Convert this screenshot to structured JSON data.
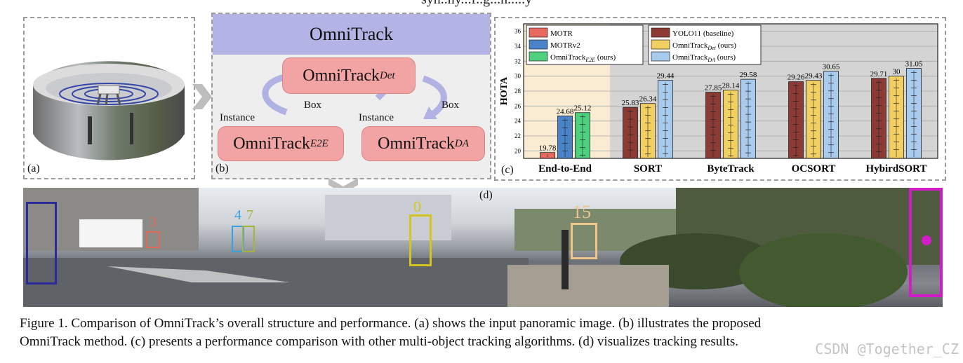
{
  "top_text": "syn..ny...f..g...n.....y",
  "panel_a": {
    "label": "(a)"
  },
  "panel_b": {
    "label": "(b)",
    "title": "OmniTrack",
    "node_det": "OmniTrack",
    "node_det_sub": "Det",
    "node_e2e": "OmniTrack",
    "node_e2e_sub": "E2E",
    "node_da": "OmniTrack",
    "node_da_sub": "DA",
    "instance_left": "Instance",
    "box_left": "Box",
    "instance_right": "Instance",
    "box_right": "Box"
  },
  "panel_c": {
    "label": "(c)"
  },
  "panel_d": {
    "label": "(d)",
    "track_ids": [
      "3",
      "4",
      "7",
      "0",
      "15"
    ]
  },
  "chart_data": {
    "type": "bar",
    "ylabel": "HOTA",
    "ylim": [
      19,
      37
    ],
    "yticks": [
      20,
      22,
      24,
      26,
      28,
      30,
      32,
      34,
      36
    ],
    "grid": true,
    "legend_left": [
      "MOTR",
      "MOTRv2",
      "OmniTrack_E2E (ours)"
    ],
    "legend_right": [
      "YOLO11 (baseline)",
      "OmniTrack_Det (ours)",
      "OmniTrack_DA (ours)"
    ],
    "colors": {
      "MOTR": "#e8695f",
      "MOTRv2": "#4a83c8",
      "OmniTrack_E2E": "#4fd07e",
      "YOLO11": "#8b3a34",
      "OmniTrack_Det": "#f2cf61",
      "OmniTrack_DA": "#a8cbee",
      "e2e_background": "#f9ecd2",
      "plot_background": "#d4d4d4"
    },
    "groups": [
      {
        "category": "End-to-End",
        "bars": [
          {
            "series": "MOTR",
            "value": 19.78,
            "label": "19.78"
          },
          {
            "series": "MOTRv2",
            "value": 24.68,
            "label": "24.68"
          },
          {
            "series": "OmniTrack_E2E",
            "value": 25.12,
            "label": "25.12"
          }
        ]
      },
      {
        "category": "SORT",
        "bars": [
          {
            "series": "YOLO11",
            "value": 25.83,
            "label": "25.83"
          },
          {
            "series": "OmniTrack_Det",
            "value": 26.34,
            "label": "26.34"
          },
          {
            "series": "OmniTrack_DA",
            "value": 29.44,
            "label": "29.44"
          }
        ]
      },
      {
        "category": "ByteTrack",
        "bars": [
          {
            "series": "YOLO11",
            "value": 27.85,
            "label": "27.85"
          },
          {
            "series": "OmniTrack_Det",
            "value": 28.14,
            "label": "28.14"
          },
          {
            "series": "OmniTrack_DA",
            "value": 29.58,
            "label": "29.58"
          }
        ]
      },
      {
        "category": "OCSORT",
        "bars": [
          {
            "series": "YOLO11",
            "value": 29.26,
            "label": "29.26"
          },
          {
            "series": "OmniTrack_Det",
            "value": 29.43,
            "label": "29.43"
          },
          {
            "series": "OmniTrack_DA",
            "value": 30.65,
            "label": "30.65"
          }
        ]
      },
      {
        "category": "HybirdSORT",
        "bars": [
          {
            "series": "YOLO11",
            "value": 29.71,
            "label": "29.71"
          },
          {
            "series": "OmniTrack_Det",
            "value": 30,
            "label": "30"
          },
          {
            "series": "OmniTrack_DA",
            "value": 31.05,
            "label": "31.05"
          }
        ]
      }
    ]
  },
  "caption": {
    "line1": "Figure 1. Comparison of OmniTrack’s overall structure and performance. (a) shows the input panoramic image. (b) illustrates the proposed",
    "line2": "OmniTrack method. (c) presents a performance comparison with other multi-object tracking algorithms. (d) visualizes tracking results."
  },
  "watermark": "CSDN @Together_CZ"
}
